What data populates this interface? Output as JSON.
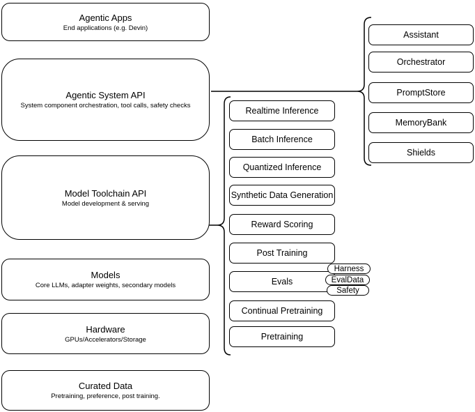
{
  "stack": {
    "boxes": [
      {
        "title": "Agentic Apps",
        "subtitle": "End applications (e.g. Devin)"
      },
      {
        "title": "Agentic System API",
        "subtitle": "System component orchestration, tool calls, safety checks"
      },
      {
        "title": "Model Toolchain API",
        "subtitle": "Model development & serving"
      },
      {
        "title": "Models",
        "subtitle": "Core LLMs, adapter weights, secondary models"
      },
      {
        "title": "Hardware",
        "subtitle": "GPUs/Accelerators/Storage"
      },
      {
        "title": "Curated Data",
        "subtitle": "Pretraining, preference, post training."
      }
    ]
  },
  "toolchain": {
    "items": [
      "Realtime Inference",
      "Batch Inference",
      "Quantized Inference",
      "Synthetic Data Generation",
      "Reward Scoring",
      "Post Training",
      "Evals",
      "Continual Pretraining",
      "Pretraining"
    ]
  },
  "evals_tags": [
    "Harness",
    "EvalData",
    "Safety"
  ],
  "system": {
    "items": [
      "Assistant",
      "Orchestrator",
      "PromptStore",
      "MemoryBank",
      "Shields"
    ]
  },
  "colors": {
    "stroke": "#000000",
    "fill": "#ffffff",
    "background": "#ffffff"
  }
}
